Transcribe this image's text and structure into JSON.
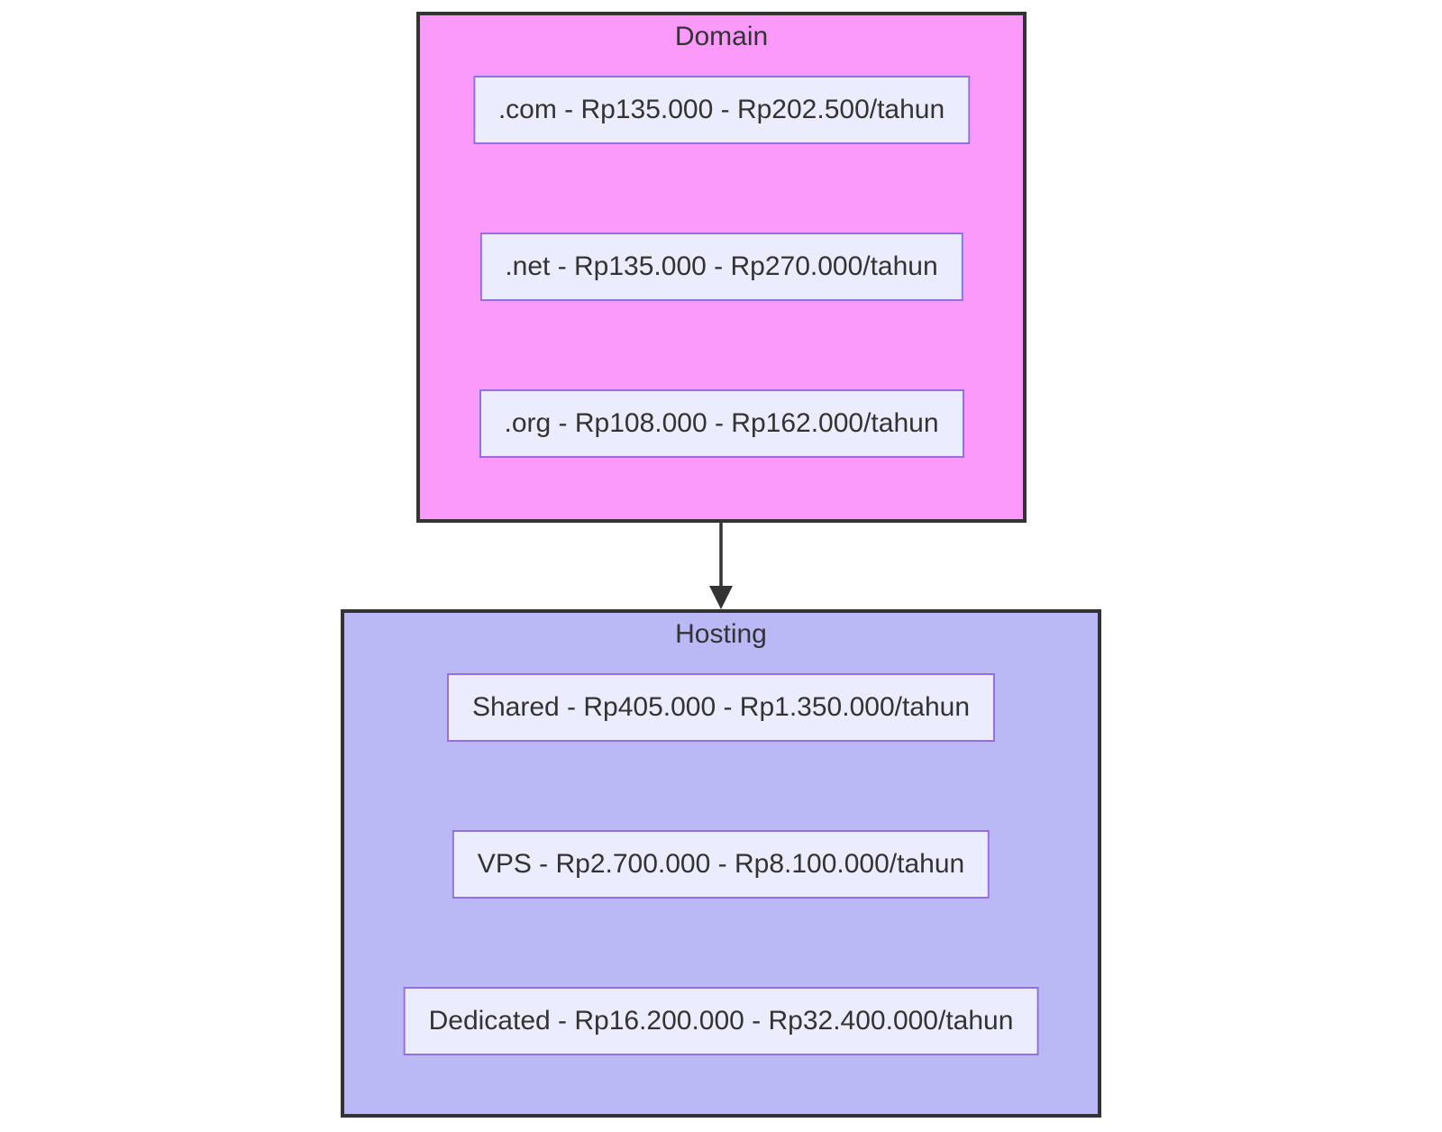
{
  "diagram": {
    "type": "flowchart",
    "direction": "top-to-bottom",
    "groups": [
      {
        "id": "domain",
        "title": "Domain",
        "fill": "#fc9afc",
        "items": [
          ".com - Rp135.000 - Rp202.500/tahun",
          ".net - Rp135.000 - Rp270.000/tahun",
          ".org - Rp108.000 - Rp162.000/tahun"
        ]
      },
      {
        "id": "hosting",
        "title": "Hosting",
        "fill": "#bab8f5",
        "items": [
          "Shared - Rp405.000 - Rp1.350.000/tahun",
          "VPS - Rp2.700.000 - Rp8.100.000/tahun",
          "Dedicated - Rp16.200.000 - Rp32.400.000/tahun"
        ]
      }
    ],
    "edges": [
      {
        "from": "domain",
        "to": "hosting"
      }
    ],
    "colors": {
      "group_domain_fill": "#fc9afc",
      "group_hosting_fill": "#bab8f5",
      "node_fill": "#ececff",
      "node_border": "#9370db",
      "group_border": "#333333",
      "text": "#333333",
      "arrow": "#333333",
      "background": "#ffffff"
    }
  }
}
